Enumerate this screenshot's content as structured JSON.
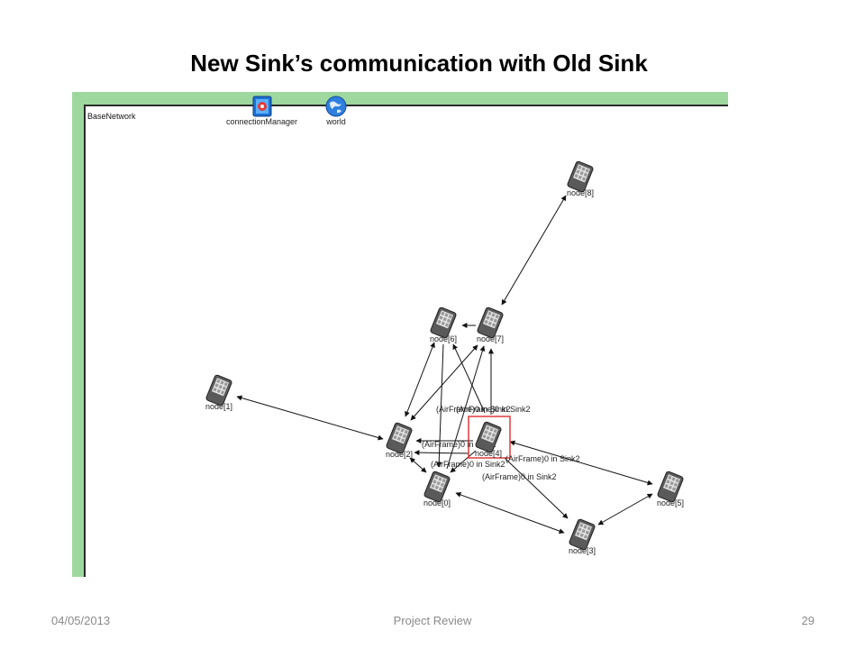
{
  "slide": {
    "title": "New Sink’s communication with Old Sink",
    "footer": {
      "date": "04/05/2013",
      "center": "Project Review",
      "page": "29"
    }
  },
  "network": {
    "name": "BaseNetwork",
    "modules": [
      {
        "label": "connectionManager",
        "icon": "connection-manager-icon"
      },
      {
        "label": "world",
        "icon": "globe-icon"
      }
    ],
    "nodes": [
      {
        "id": "node0",
        "label": "node[0]"
      },
      {
        "id": "node1",
        "label": "node[1]"
      },
      {
        "id": "node2",
        "label": "node[2]"
      },
      {
        "id": "node3",
        "label": "node[3]"
      },
      {
        "id": "node4",
        "label": "node[4]",
        "selected": true
      },
      {
        "id": "node5",
        "label": "node[5]"
      },
      {
        "id": "node6",
        "label": "node[6]"
      },
      {
        "id": "node7",
        "label": "node[7]"
      },
      {
        "id": "node8",
        "label": "node[8]"
      }
    ],
    "messages": [
      "(AirFrame)0 in Sink2",
      "(AirFrame)0 in Sink2",
      "(AirFrame)0 in Sink2",
      "(AirFrame)0 in Sink2",
      "(AirFrame)0 in Sink2",
      "(AirFrame)0 in Sink2"
    ],
    "colors": {
      "frame": "#9fd89f",
      "selection": "#e03a3a",
      "device": "#5a5a5a"
    }
  }
}
